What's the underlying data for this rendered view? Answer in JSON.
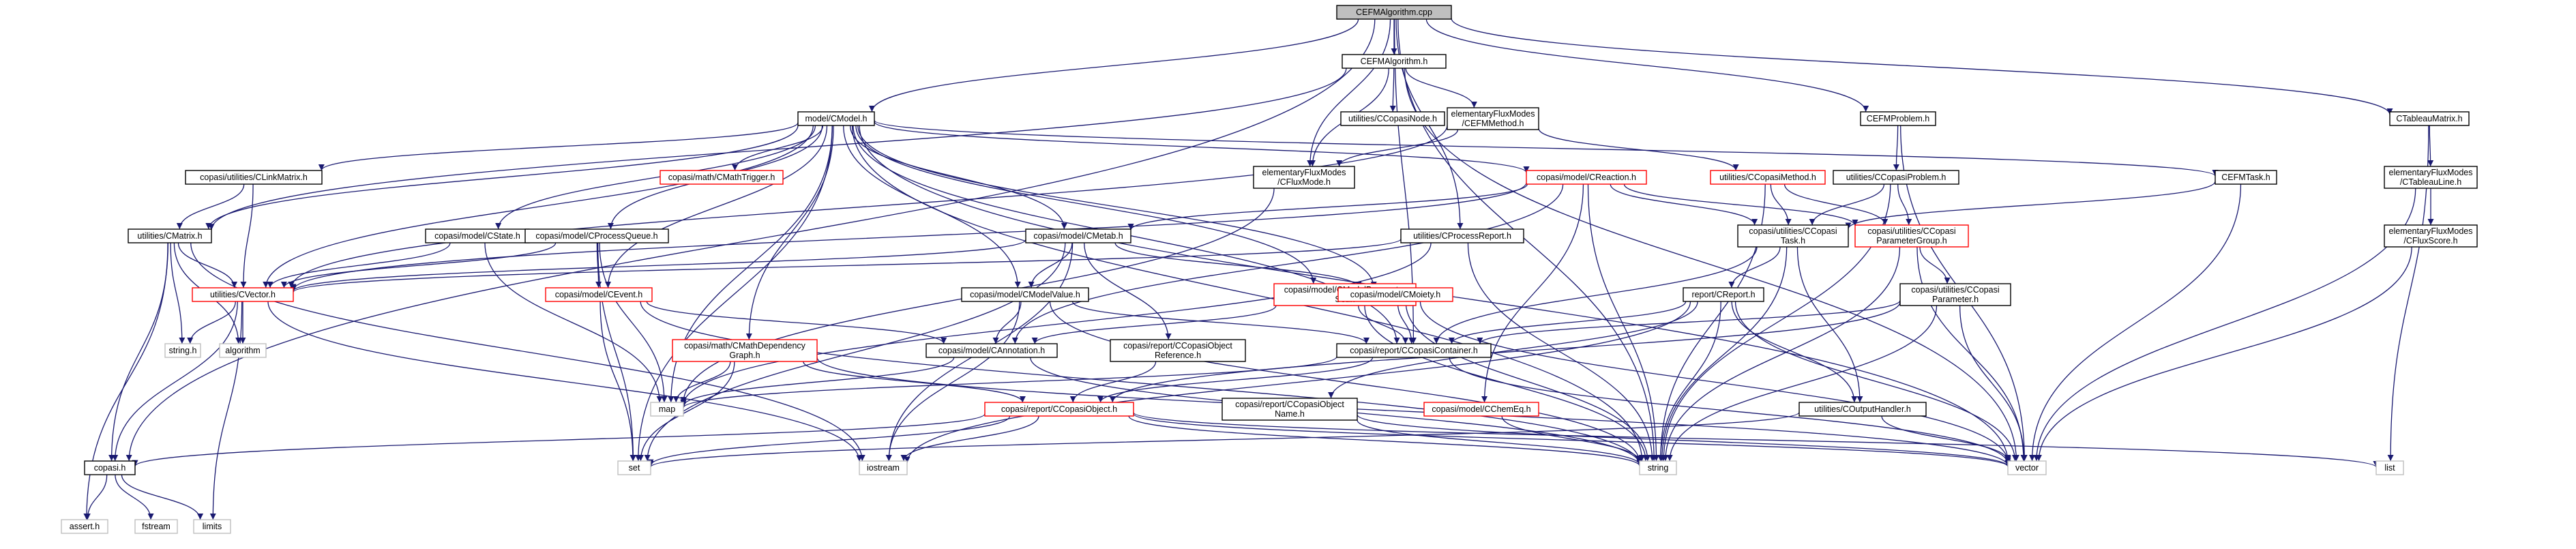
{
  "title": "CEFMAlgorithm.cpp",
  "colors": {
    "edge": "#191970",
    "root_fill": "#bfbfbf",
    "red_border": "#ff0000",
    "lib_border": "#bfbfbf"
  },
  "nodes": [
    {
      "id": "root",
      "lines": [
        "CEFMAlgorithm.cpp"
      ],
      "style": "root"
    },
    {
      "id": "algh",
      "lines": [
        "CEFMAlgorithm.h"
      ],
      "style": "normal"
    },
    {
      "id": "cmodel",
      "lines": [
        "model/CModel.h"
      ],
      "style": "normal"
    },
    {
      "id": "cefmproblem",
      "lines": [
        "CEFMProblem.h"
      ],
      "style": "normal"
    },
    {
      "id": "ctableaumatrix",
      "lines": [
        "CTableauMatrix.h"
      ],
      "style": "normal"
    },
    {
      "id": "ccopasinode",
      "lines": [
        "utilities/CCopasiNode.h"
      ],
      "style": "normal"
    },
    {
      "id": "cefmmethod",
      "lines": [
        "elementaryFluxModes",
        "/CEFMMethod.h"
      ],
      "style": "normal"
    },
    {
      "id": "clinkmatrix",
      "lines": [
        "copasi/utilities/CLinkMatrix.h"
      ],
      "style": "normal"
    },
    {
      "id": "cmathtrigger",
      "lines": [
        "copasi/math/CMathTrigger.h"
      ],
      "style": "red"
    },
    {
      "id": "cfluxmode",
      "lines": [
        "elementaryFluxModes",
        "/CFluxMode.h"
      ],
      "style": "normal"
    },
    {
      "id": "creaction",
      "lines": [
        "copasi/model/CReaction.h"
      ],
      "style": "red"
    },
    {
      "id": "ccopasimethod",
      "lines": [
        "utilities/CCopasiMethod.h"
      ],
      "style": "red"
    },
    {
      "id": "cefmtask",
      "lines": [
        "CEFMTask.h"
      ],
      "style": "normal"
    },
    {
      "id": "ccopasiproblem",
      "lines": [
        "utilities/CCopasiProblem.h"
      ],
      "style": "normal"
    },
    {
      "id": "ctableauline",
      "lines": [
        "elementaryFluxModes",
        "/CTableauLine.h"
      ],
      "style": "normal"
    },
    {
      "id": "cmatrix",
      "lines": [
        "utilities/CMatrix.h"
      ],
      "style": "normal"
    },
    {
      "id": "cstate",
      "lines": [
        "copasi/model/CState.h"
      ],
      "style": "normal"
    },
    {
      "id": "cprocessqueue",
      "lines": [
        "copasi/model/CProcessQueue.h"
      ],
      "style": "normal"
    },
    {
      "id": "cmetab",
      "lines": [
        "copasi/model/CMetab.h"
      ],
      "style": "normal"
    },
    {
      "id": "cprocessreport",
      "lines": [
        "utilities/CProcessReport.h"
      ],
      "style": "normal"
    },
    {
      "id": "ccopasitask",
      "lines": [
        "copasi/utilities/CCopasi",
        "Task.h"
      ],
      "style": "normal"
    },
    {
      "id": "cparamgroup",
      "lines": [
        "copasi/utilities/CCopasi",
        "ParameterGroup.h"
      ],
      "style": "red"
    },
    {
      "id": "cfluxscore",
      "lines": [
        "elementaryFluxModes",
        "/CFluxScore.h"
      ],
      "style": "normal"
    },
    {
      "id": "cvector",
      "lines": [
        "utilities/CVector.h"
      ],
      "style": "red"
    },
    {
      "id": "cevent",
      "lines": [
        "copasi/model/CEvent.h"
      ],
      "style": "red"
    },
    {
      "id": "cmodelvalue",
      "lines": [
        "copasi/model/CModelValue.h"
      ],
      "style": "normal"
    },
    {
      "id": "cmodelparamset",
      "lines": [
        "copasi/model/CModelParameter",
        "Set.h"
      ],
      "style": "red"
    },
    {
      "id": "cmoiety",
      "lines": [
        "copasi/model/CMoiety.h"
      ],
      "style": "red"
    },
    {
      "id": "creport",
      "lines": [
        "report/CReport.h"
      ],
      "style": "normal"
    },
    {
      "id": "cparameter",
      "lines": [
        "copasi/utilities/CCopasi",
        "Parameter.h"
      ],
      "style": "normal"
    },
    {
      "id": "stringh",
      "lines": [
        "string.h"
      ],
      "style": "lib"
    },
    {
      "id": "algorithm",
      "lines": [
        "algorithm"
      ],
      "style": "lib"
    },
    {
      "id": "cmathdepgraph",
      "lines": [
        "copasi/math/CMathDependency",
        "Graph.h"
      ],
      "style": "red"
    },
    {
      "id": "cannotation",
      "lines": [
        "copasi/model/CAnnotation.h"
      ],
      "style": "normal"
    },
    {
      "id": "cobjref",
      "lines": [
        "copasi/report/CCopasiObject",
        "Reference.h"
      ],
      "style": "normal"
    },
    {
      "id": "ccontainer",
      "lines": [
        "copasi/report/CCopasiContainer.h"
      ],
      "style": "normal"
    },
    {
      "id": "map",
      "lines": [
        "map"
      ],
      "style": "lib"
    },
    {
      "id": "ccopasiobject",
      "lines": [
        "copasi/report/CCopasiObject.h"
      ],
      "style": "red"
    },
    {
      "id": "cobjname",
      "lines": [
        "copasi/report/CCopasiObject",
        "Name.h"
      ],
      "style": "normal"
    },
    {
      "id": "cchemeq",
      "lines": [
        "copasi/model/CChemEq.h"
      ],
      "style": "red"
    },
    {
      "id": "coutputhandler",
      "lines": [
        "utilities/COutputHandler.h"
      ],
      "style": "normal"
    },
    {
      "id": "copasih",
      "lines": [
        "copasi.h"
      ],
      "style": "normal"
    },
    {
      "id": "set",
      "lines": [
        "set"
      ],
      "style": "lib"
    },
    {
      "id": "iostream",
      "lines": [
        "iostream"
      ],
      "style": "lib"
    },
    {
      "id": "string",
      "lines": [
        "string"
      ],
      "style": "lib"
    },
    {
      "id": "vector",
      "lines": [
        "vector"
      ],
      "style": "lib"
    },
    {
      "id": "list",
      "lines": [
        "list"
      ],
      "style": "lib"
    },
    {
      "id": "asserth",
      "lines": [
        "assert.h"
      ],
      "style": "lib"
    },
    {
      "id": "fstream",
      "lines": [
        "fstream"
      ],
      "style": "lib"
    },
    {
      "id": "limits",
      "lines": [
        "limits"
      ],
      "style": "lib"
    }
  ],
  "edges": [
    [
      "root",
      "algh"
    ],
    [
      "root",
      "cmodel"
    ],
    [
      "root",
      "cefmproblem"
    ],
    [
      "root",
      "ctableaumatrix"
    ],
    [
      "root",
      "copasih"
    ],
    [
      "root",
      "cfluxmode"
    ],
    [
      "root",
      "ccontainer"
    ],
    [
      "root",
      "cprocessreport"
    ],
    [
      "root",
      "string"
    ],
    [
      "algh",
      "ccopasinode"
    ],
    [
      "algh",
      "cefmmethod"
    ],
    [
      "algh",
      "cfluxmode"
    ],
    [
      "algh",
      "cmatrix"
    ],
    [
      "algh",
      "vector"
    ],
    [
      "cmodel",
      "clinkmatrix"
    ],
    [
      "cmodel",
      "cmathtrigger"
    ],
    [
      "cmodel",
      "creaction"
    ],
    [
      "cmodel",
      "cmatrix"
    ],
    [
      "cmodel",
      "cstate"
    ],
    [
      "cmodel",
      "cprocessqueue"
    ],
    [
      "cmodel",
      "cmetab"
    ],
    [
      "cmodel",
      "cvector"
    ],
    [
      "cmodel",
      "cevent"
    ],
    [
      "cmodel",
      "cmodelvalue"
    ],
    [
      "cmodel",
      "cmodelparamset"
    ],
    [
      "cmodel",
      "cmoiety"
    ],
    [
      "cmodel",
      "cmathdepgraph"
    ],
    [
      "cmodel",
      "ccontainer"
    ],
    [
      "cmodel",
      "map"
    ],
    [
      "cmodel",
      "set"
    ],
    [
      "cmodel",
      "string"
    ],
    [
      "cmodel",
      "vector"
    ],
    [
      "cmodel",
      "cefmtask"
    ],
    [
      "cefmproblem",
      "ccopasiproblem"
    ],
    [
      "cefmproblem",
      "vector"
    ],
    [
      "ctableaumatrix",
      "ctableauline"
    ],
    [
      "ctableaumatrix",
      "list"
    ],
    [
      "cefmmethod",
      "ccopasimethod"
    ],
    [
      "cefmmethod",
      "cfluxmode"
    ],
    [
      "cefmmethod",
      "cvector"
    ],
    [
      "clinkmatrix",
      "cmatrix"
    ],
    [
      "clinkmatrix",
      "cvector"
    ],
    [
      "cfluxmode",
      "map"
    ],
    [
      "creaction",
      "cmetab"
    ],
    [
      "creaction",
      "cchemeq"
    ],
    [
      "creaction",
      "cvector"
    ],
    [
      "creaction",
      "cannotation"
    ],
    [
      "creaction",
      "ccopasitask"
    ],
    [
      "creaction",
      "cparamgroup"
    ],
    [
      "creaction",
      "string"
    ],
    [
      "ccopasimethod",
      "ccopasitask"
    ],
    [
      "ccopasimethod",
      "cparamgroup"
    ],
    [
      "ccopasimethod",
      "string"
    ],
    [
      "cefmtask",
      "ccopasitask"
    ],
    [
      "cefmtask",
      "vector"
    ],
    [
      "ccopasiproblem",
      "ccopasitask"
    ],
    [
      "ccopasiproblem",
      "cparamgroup"
    ],
    [
      "ccopasiproblem",
      "string"
    ],
    [
      "ctableauline",
      "cfluxscore"
    ],
    [
      "ctableauline",
      "vector"
    ],
    [
      "cmatrix",
      "cvector"
    ],
    [
      "cmatrix",
      "stringh"
    ],
    [
      "cmatrix",
      "algorithm"
    ],
    [
      "cmatrix",
      "copasih"
    ],
    [
      "cmatrix",
      "asserth"
    ],
    [
      "cmatrix",
      "iostream"
    ],
    [
      "cstate",
      "cvector"
    ],
    [
      "cstate",
      "map"
    ],
    [
      "cprocessqueue",
      "cvector"
    ],
    [
      "cprocessqueue",
      "cevent"
    ],
    [
      "cprocessqueue",
      "map"
    ],
    [
      "cprocessqueue",
      "set"
    ],
    [
      "cmetab",
      "cmodelvalue"
    ],
    [
      "cmetab",
      "cobjref"
    ],
    [
      "cmetab",
      "cmoiety"
    ],
    [
      "cmetab",
      "iostream"
    ],
    [
      "cmetab",
      "cvector"
    ],
    [
      "cmetab",
      "set"
    ],
    [
      "cprocessreport",
      "cvector"
    ],
    [
      "cprocessreport",
      "map"
    ],
    [
      "cprocessreport",
      "string"
    ],
    [
      "ccopasitask",
      "creport"
    ],
    [
      "ccopasitask",
      "coutputhandler"
    ],
    [
      "ccopasitask",
      "string"
    ],
    [
      "ccopasitask",
      "ccontainer"
    ],
    [
      "cparamgroup",
      "cparameter"
    ],
    [
      "cparamgroup",
      "vector"
    ],
    [
      "cparamgroup",
      "string"
    ],
    [
      "cfluxscore",
      "vector"
    ],
    [
      "cvector",
      "stringh"
    ],
    [
      "cvector",
      "algorithm"
    ],
    [
      "cvector",
      "limits"
    ],
    [
      "cvector",
      "copasih"
    ],
    [
      "cvector",
      "iostream"
    ],
    [
      "cevent",
      "cannotation"
    ],
    [
      "cevent",
      "set"
    ],
    [
      "cevent",
      "string"
    ],
    [
      "cmodelvalue",
      "cannotation"
    ],
    [
      "cmodelvalue",
      "ccontainer"
    ],
    [
      "cmodelvalue",
      "iostream"
    ],
    [
      "cmodelvalue",
      "string"
    ],
    [
      "cmodelparamset",
      "ccontainer"
    ],
    [
      "cmodelparamset",
      "cannotation"
    ],
    [
      "cmodelparamset",
      "string"
    ],
    [
      "cmoiety",
      "ccontainer"
    ],
    [
      "cmoiety",
      "vector"
    ],
    [
      "cmoiety",
      "string"
    ],
    [
      "creport",
      "ccontainer"
    ],
    [
      "creport",
      "cobjname"
    ],
    [
      "creport",
      "coutputhandler"
    ],
    [
      "creport",
      "string"
    ],
    [
      "creport",
      "vector"
    ],
    [
      "creport",
      "iostream"
    ],
    [
      "cparameter",
      "ccontainer"
    ],
    [
      "cparameter",
      "ccopasiobject"
    ],
    [
      "cparameter",
      "string"
    ],
    [
      "cparameter",
      "vector"
    ],
    [
      "cmathdepgraph",
      "ccopasiobject"
    ],
    [
      "cmathdepgraph",
      "map"
    ],
    [
      "cmathdepgraph",
      "set"
    ],
    [
      "cmathdepgraph",
      "vector"
    ],
    [
      "cannotation",
      "map"
    ],
    [
      "cannotation",
      "string"
    ],
    [
      "cobjref",
      "ccopasiobject"
    ],
    [
      "ccontainer",
      "ccopasiobject"
    ],
    [
      "ccontainer",
      "map"
    ],
    [
      "ccontainer",
      "vector"
    ],
    [
      "ccopasiobject",
      "copasih"
    ],
    [
      "ccopasiobject",
      "set"
    ],
    [
      "ccopasiobject",
      "list"
    ],
    [
      "ccopasiobject",
      "iostream"
    ],
    [
      "ccopasiobject",
      "string"
    ],
    [
      "ccopasiobject",
      "vector"
    ],
    [
      "cobjname",
      "string"
    ],
    [
      "cobjname",
      "vector"
    ],
    [
      "cchemeq",
      "string"
    ],
    [
      "coutputhandler",
      "set"
    ],
    [
      "coutputhandler",
      "vector"
    ],
    [
      "copasih",
      "asserth"
    ],
    [
      "copasih",
      "fstream"
    ],
    [
      "copasih",
      "limits"
    ]
  ]
}
